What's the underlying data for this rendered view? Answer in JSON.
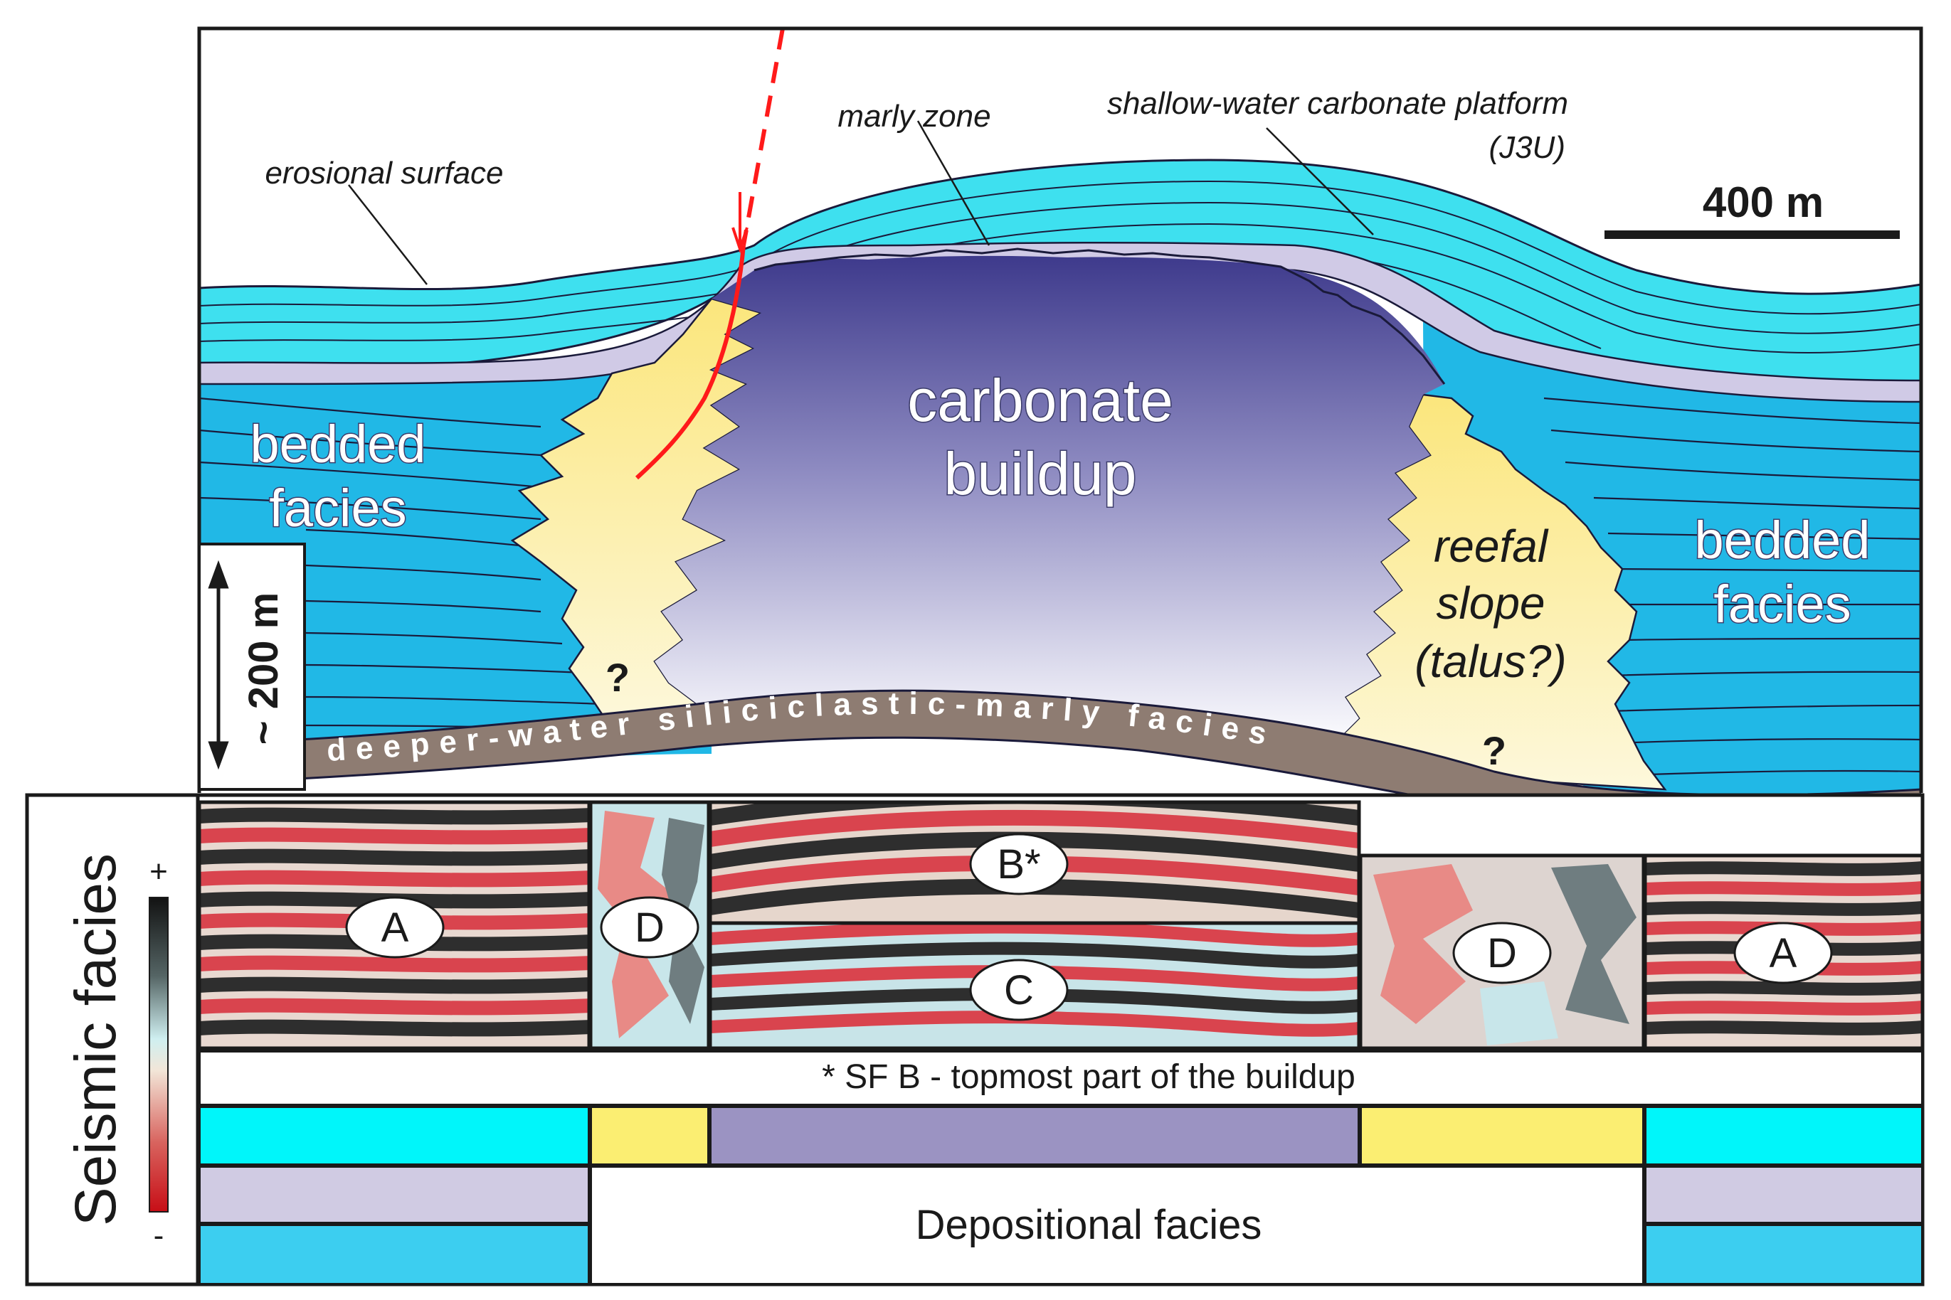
{
  "colors": {
    "shallow": "#3ee0ef",
    "shallow_dark": "#21b8e6",
    "marly": "#d0cae6",
    "buildup_top": "#3e3a8c",
    "buildup_bottom": "#fbfbfe",
    "reef": "#fbe67c",
    "reef_light": "#fdf6cc",
    "deep": "#8e7c72",
    "fault": "#ff1a1a",
    "seis_red": "#d9444e",
    "seis_black": "#2e2e2e",
    "dep_cyan": "#00f6fa",
    "dep_yellow": "#fbee72",
    "dep_purple": "#9b93c2",
    "dep_lavender": "#d0cbe3",
    "dep_blue": "#3ccef0"
  },
  "cross_section": {
    "erosional_surface": "erosional surface",
    "marly_zone": "marly zone",
    "platform_line1": "shallow-water carbonate platform",
    "platform_line2": "(J3U)",
    "scale_horizontal": "400 m",
    "scale_vertical": "~ 200 m",
    "bedded_left_1": "bedded",
    "bedded_left_2": "facies",
    "bedded_right_1": "bedded",
    "bedded_right_2": "facies",
    "buildup_1": "carbonate",
    "buildup_2": "buildup",
    "reefal_1": "reefal",
    "reefal_2": "slope",
    "reefal_3": "(talus?)",
    "question_left": "?",
    "question_right": "?",
    "deeper_water": "deeper-water siliciclastic-marly facies"
  },
  "seismic": {
    "title": "Seismic facies",
    "plus": "+",
    "minus": "-",
    "labels": [
      "A",
      "D",
      "B*",
      "C",
      "D",
      "A"
    ],
    "footnote": "* SF B - topmost part of the buildup"
  },
  "depositional": {
    "label": "Depositional facies"
  }
}
